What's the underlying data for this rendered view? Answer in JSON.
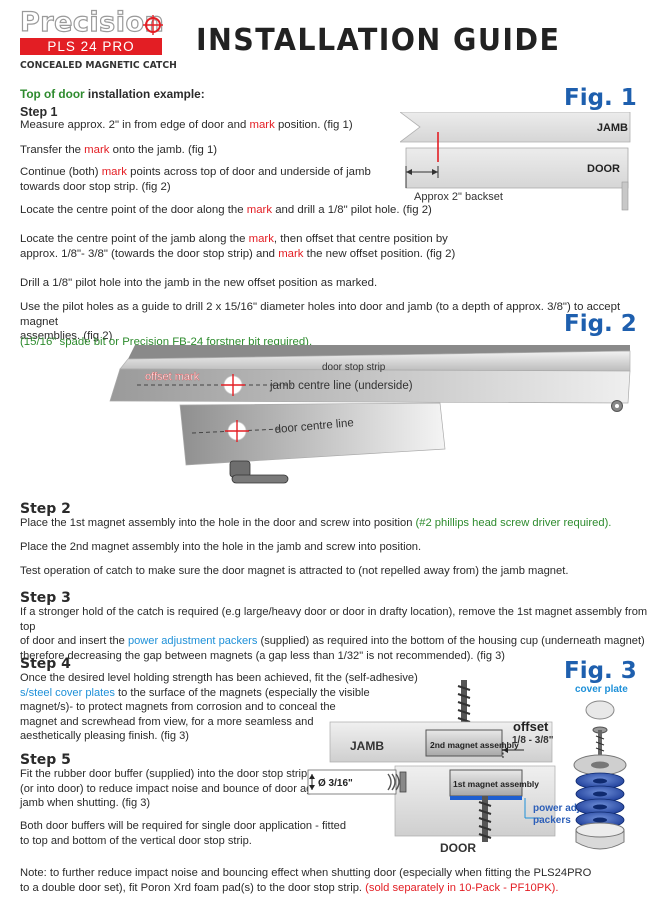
{
  "brand": {
    "logo_word": "Precision",
    "model": "PLS 24 PRO",
    "tagline": "CONCEALED MAGNETIC CATCH",
    "red": "#e31e24",
    "blue": "#1e5fae"
  },
  "title": "INSTALLATION GUIDE",
  "section_heading": {
    "part1": "Top of door",
    "part2": " installation example:"
  },
  "step1": {
    "heading": "Step 1",
    "l1a": "Measure approx. 2\" in from edge of door and ",
    "l1b": "mark",
    "l1c": " position. (fig 1)",
    "l2a": "Transfer the ",
    "l2b": "mark",
    "l2c": " onto the jamb. (fig 1)",
    "l3a": "Continue (both) ",
    "l3b": "mark",
    "l3c": " points across top of door and underside of jamb",
    "l3d": "towards door stop strip. (fig 2)",
    "l4a": "Locate the centre point of the door along the ",
    "l4b": "mark",
    "l4c": " and drill a 1/8\" pilot hole. (fig 2)",
    "l5a": "Locate the centre point of the jamb along the ",
    "l5b": "mark",
    "l5c": ", then offset that centre position by",
    "l5d": "approx. 1/8\"- 3/8\" (towards the door stop strip) and ",
    "l5e": "mark",
    "l5f": " the new offset position. (fig 2)",
    "l6": "Drill a 1/8\" pilot hole into the jamb in the new offset position as marked.",
    "l7a": "Use the pilot holes as a guide to drill 2 x 15/16\" diameter holes into door and jamb (to a depth of approx. 3/8\") to accept magnet",
    "l7b": "assemblies. (fig 2)",
    "l8": "(15/16\" spade bit or Precision FB-24 forstner bit required)."
  },
  "fig1": {
    "label": "Fig. 1",
    "jamb": "JAMB",
    "door": "DOOR",
    "backset": "Approx 2\" backset"
  },
  "fig2": {
    "label": "Fig. 2",
    "door_stop": "door stop strip",
    "offset_mark": "offset mark",
    "jamb_line": "jamb centre line (underside)",
    "door_line": "door centre line"
  },
  "step2": {
    "heading": "Step  2",
    "l1a": "Place the 1st magnet assembly into the hole in the door and screw into position ",
    "l1b": "(#2 phillips head screw driver required).",
    "l2": "Place the 2nd magnet assembly into the hole in the jamb and screw into position.",
    "l3": "Test operation of catch to make sure the door magnet is attracted to (not repelled away from) the jamb magnet."
  },
  "step3": {
    "heading": "Step  3",
    "l1": "If a stronger hold of the catch is required (e.g large/heavy door or door in drafty location), remove the 1st magnet assembly from top",
    "l2a": "of door and insert the ",
    "l2b": "power adjustment packers",
    "l2c": " (supplied) as required into the bottom of the housing cup (underneath magnet)",
    "l3": "therefore decreasing the gap between magnets (a gap less than 1/32\" is not recommended). (fig 3)"
  },
  "step4": {
    "heading": "Step  4",
    "l1": "Once the desired level holding strength has been achieved, fit the (self-adhesive)",
    "l2a": "s/steel cover plates",
    "l2b": " to the surface of the magnets (especially the visible",
    "l3": "magnet/s)- to protect magnets from corrosion and to conceal the",
    "l4": "magnet and screwhead from view, for a more seamless and",
    "l5": "aesthetically pleasing finish. (fig 3)"
  },
  "step5": {
    "heading": "Step  5",
    "l1": "Fit the rubber door buffer (supplied) into the door stop strip",
    "l2": "(or into door) to reduce impact noise and bounce of door against",
    "l3": "jamb when shutting. (fig 3)",
    "l4": "Both door buffers will be required for single door application - fitted",
    "l5": "to top and bottom of the vertical door stop strip."
  },
  "fig3": {
    "label": "Fig. 3",
    "cover_plate": "cover plate",
    "offset": "offset",
    "offset_range": "1/8 - 3/8\"",
    "jamb": "JAMB",
    "magnet2": "2nd magnet assembly",
    "magnet1": "1st magnet assembly",
    "dia": "Ø 3/16\"",
    "packers1": "power adjustment",
    "packers2": "packers",
    "door": "DOOR"
  },
  "note": {
    "l1": "Note: to further reduce impact noise and bouncing effect when shutting door (especially when fitting the PLS24PRO",
    "l2a": "to a double door set), fit Poron Xrd foam pad(s) to the door stop strip. ",
    "l2b": "(sold separately in 10-Pack - PF10PK)."
  }
}
